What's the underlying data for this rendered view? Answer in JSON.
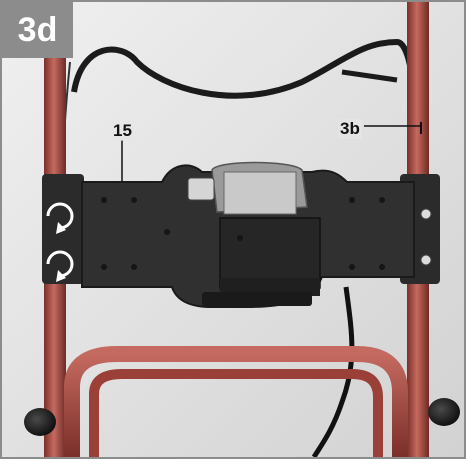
{
  "step_label": "3d",
  "callouts": {
    "handle_panel": "15",
    "handle_tube": "3b"
  },
  "icons": [
    "rotate-arrow-icon"
  ],
  "colors": {
    "frame_gray": "#8c8c8c",
    "handle_red": "#a2473f",
    "panel_dark": "#2f2f2f",
    "background": "#e6e6e6"
  }
}
